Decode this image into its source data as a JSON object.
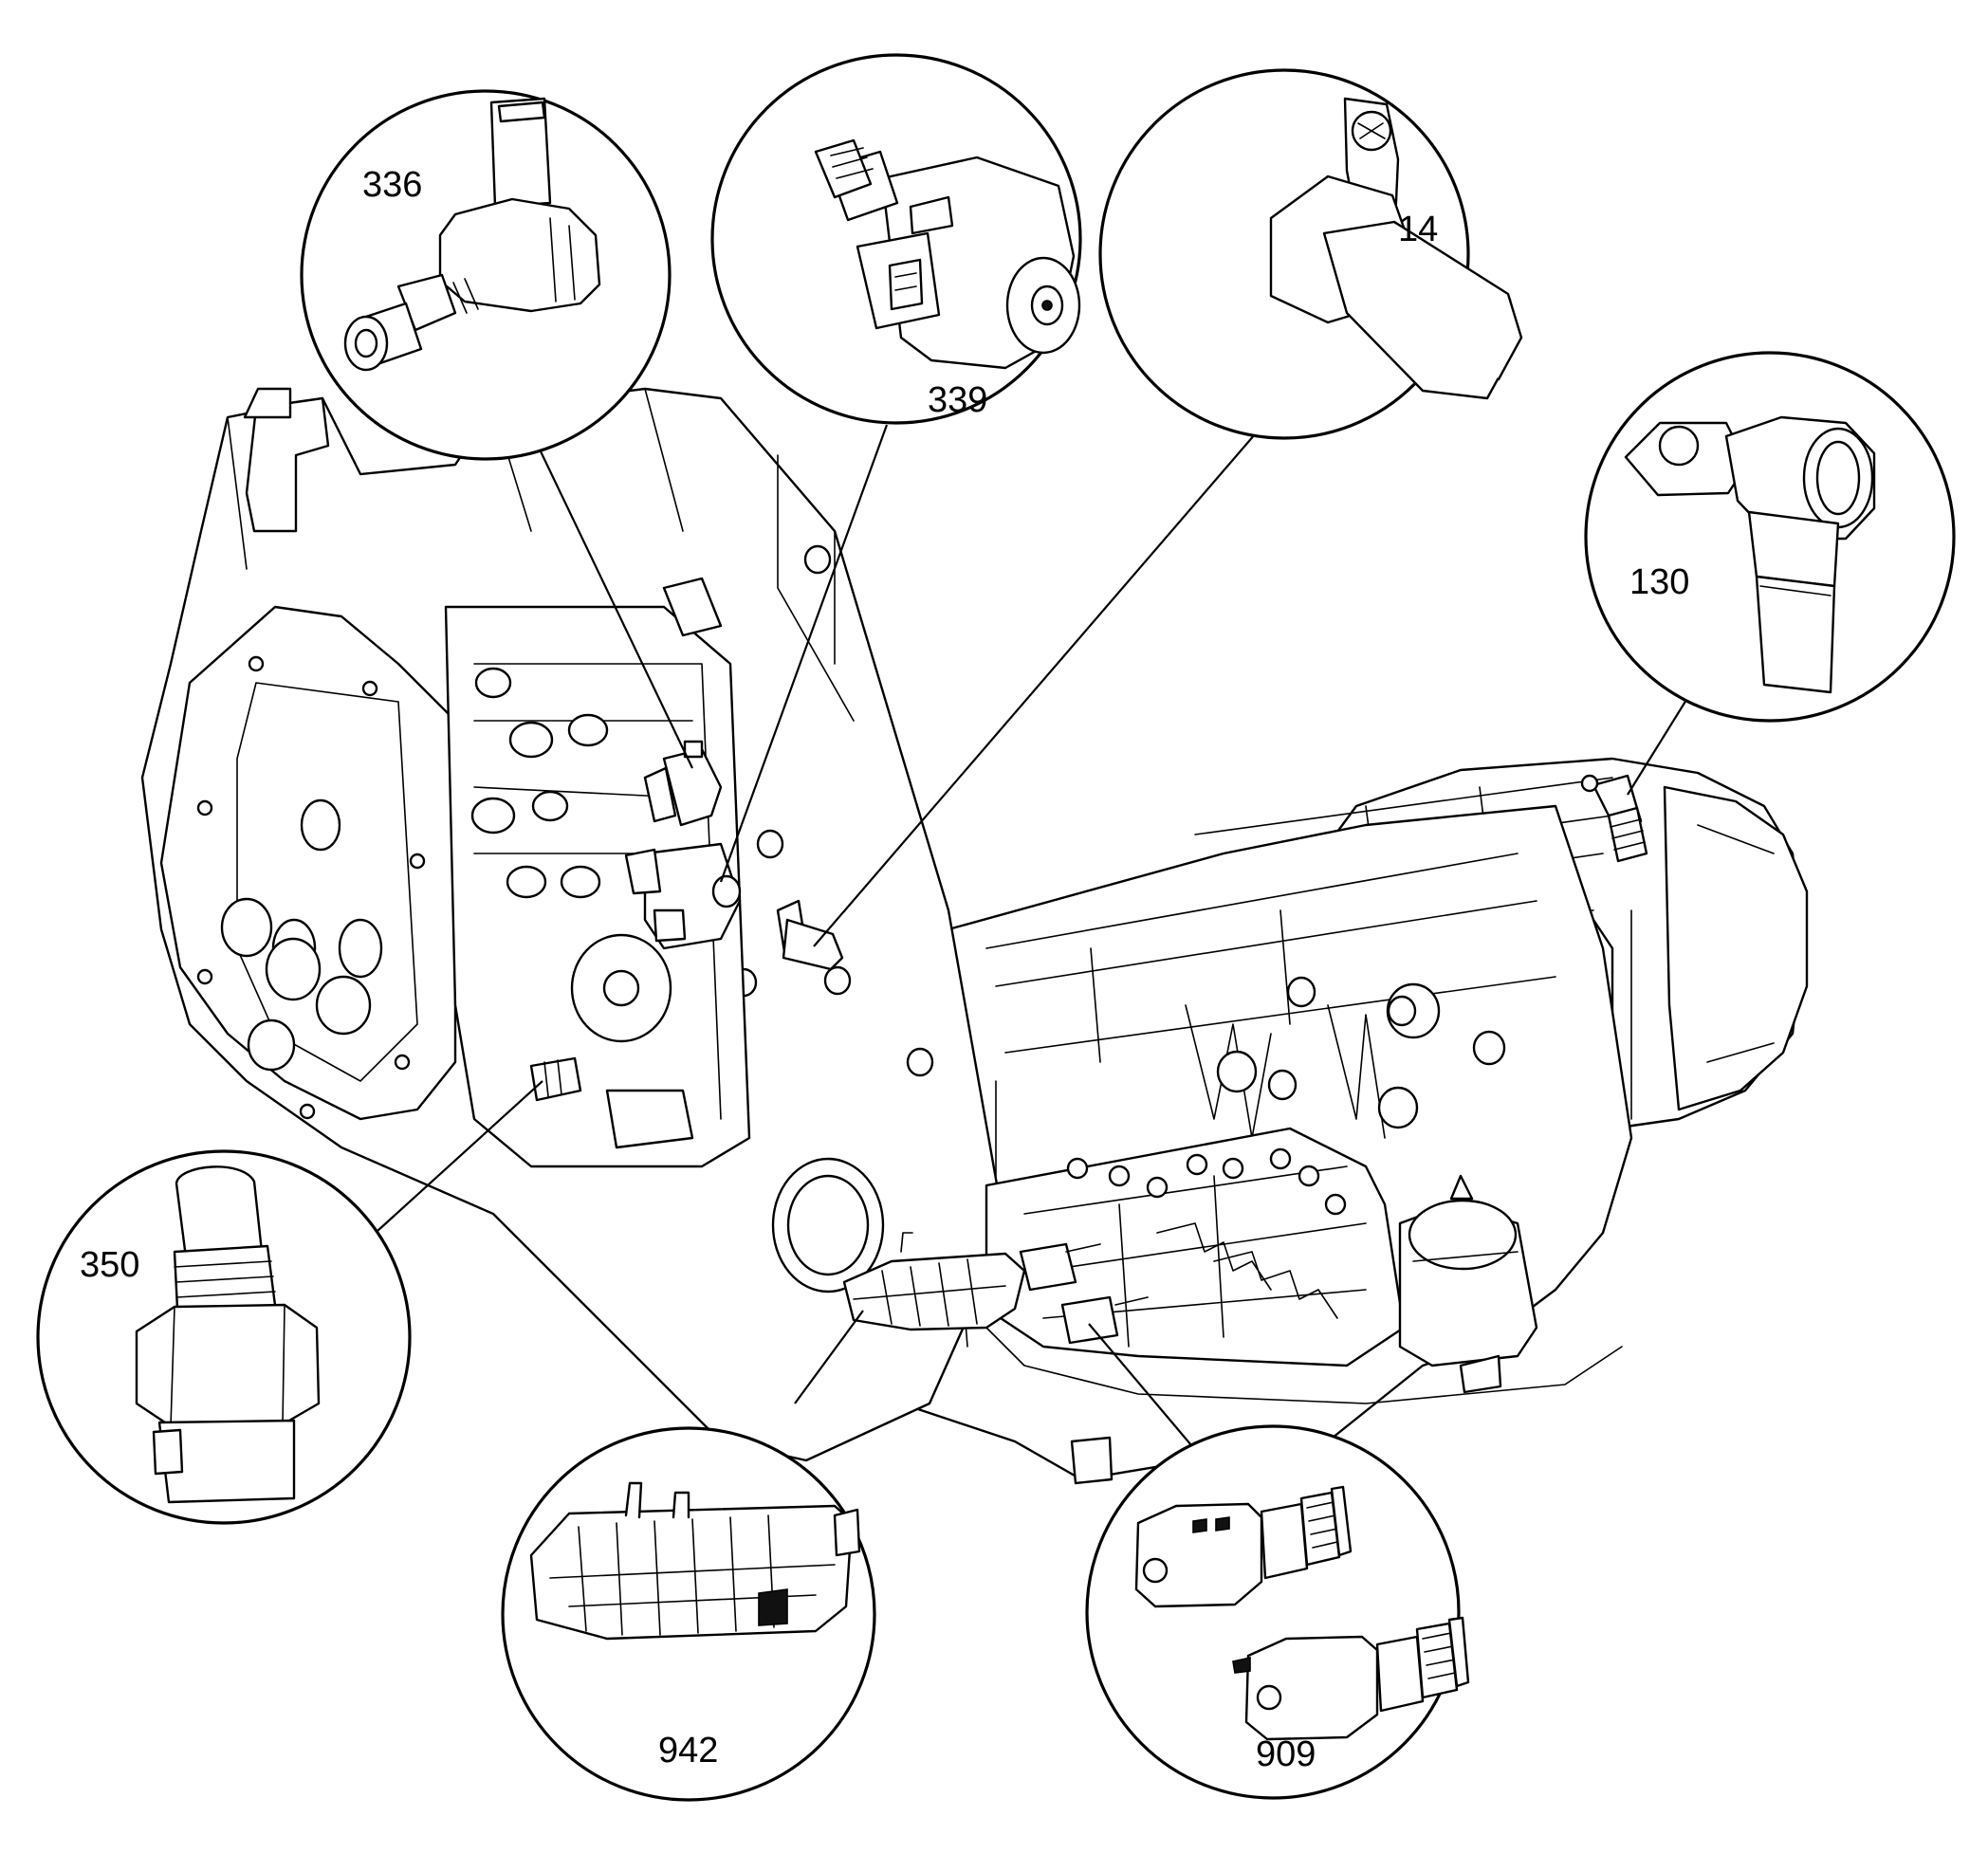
{
  "callouts": {
    "c336": "336",
    "c339": "339",
    "c14": "14",
    "c130": "130",
    "c350": "350",
    "c942": "942",
    "c909": "909"
  }
}
